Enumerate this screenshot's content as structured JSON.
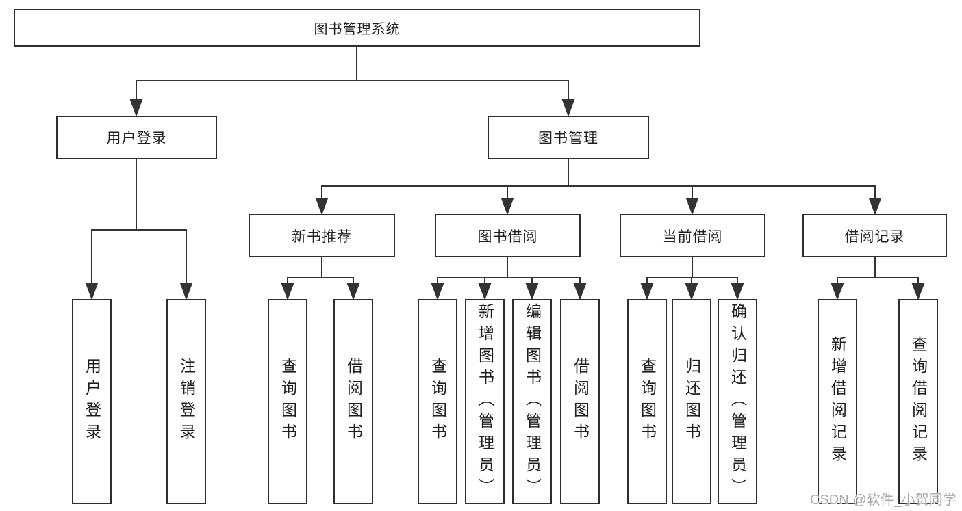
{
  "diagram": {
    "root": {
      "label": "图书管理系统"
    },
    "level2": [
      {
        "label": "用户登录"
      },
      {
        "label": "图书管理"
      }
    ],
    "level3": [
      {
        "label": "新书推荐"
      },
      {
        "label": "图书借阅"
      },
      {
        "label": "当前借阅"
      },
      {
        "label": "借阅记录"
      }
    ],
    "leaves": [
      {
        "label": "用户登录"
      },
      {
        "label": "注销登录"
      },
      {
        "label": "查询图书"
      },
      {
        "label": "借阅图书"
      },
      {
        "label": "查询图书"
      },
      {
        "label": "新增图书（管理员）"
      },
      {
        "label": "编辑图书（管理员）"
      },
      {
        "label": "借阅图书"
      },
      {
        "label": "查询图书"
      },
      {
        "label": "归还图书"
      },
      {
        "label": "确认归还（管理员）"
      },
      {
        "label": "新增借阅记录"
      },
      {
        "label": "查询借阅记录"
      }
    ]
  },
  "watermark": {
    "text": "CSDN @软件_小贺同学"
  },
  "colors": {
    "border": "#2e2e2e",
    "line": "#333333",
    "text": "#1f1f1f",
    "background": "#ffffff",
    "watermark": "#a9a9a9"
  }
}
